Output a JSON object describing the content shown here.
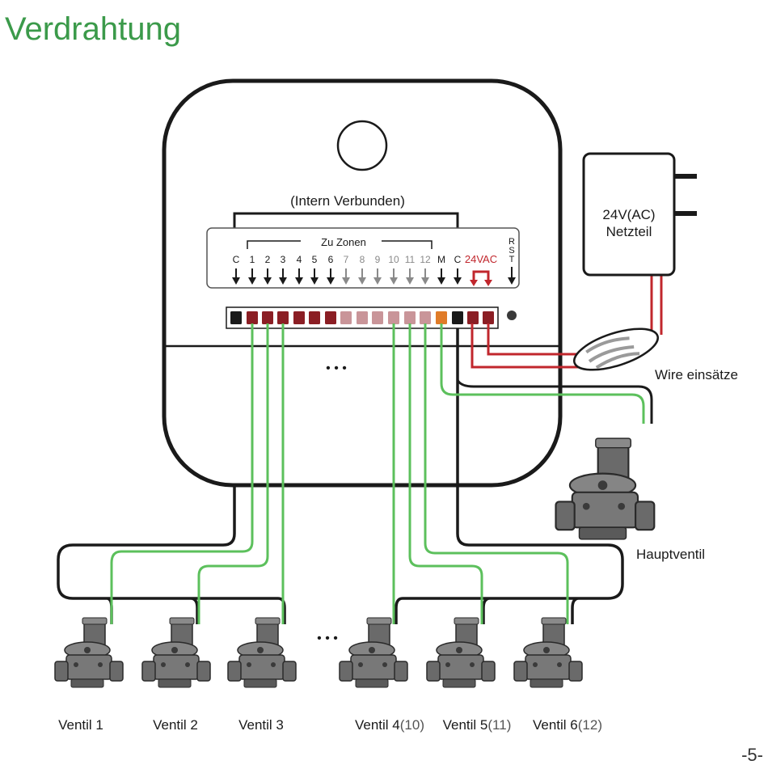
{
  "title": "Verdrahtung",
  "internal_label": "(Intern Verbunden)",
  "zones_label": "Zu Zonen",
  "terminal_labels": [
    "C",
    "1",
    "2",
    "3",
    "4",
    "5",
    "6",
    "7",
    "8",
    "9",
    "10",
    "11",
    "12",
    "M",
    "C",
    "24VAC"
  ],
  "rst_label": [
    "R",
    "S",
    "T"
  ],
  "power_supply": {
    "line1": "24V(AC)",
    "line2": "Netzteil"
  },
  "wire_nuts_label": "Wire einsätze",
  "master_valve_label": "Hauptventil",
  "ellipsis": "• • •",
  "valves": [
    {
      "name": "Ventil 1",
      "num": "",
      "alt": ""
    },
    {
      "name": "Ventil 2",
      "num": "",
      "alt": ""
    },
    {
      "name": "Ventil 3",
      "num": "",
      "alt": ""
    },
    {
      "name": "Ventil ",
      "num": "4",
      "alt": "(10)"
    },
    {
      "name": "Ventil ",
      "num": "5",
      "alt": "(11)"
    },
    {
      "name": "Ventil ",
      "num": "6",
      "alt": "(12)"
    }
  ],
  "page_number": "-5-",
  "colors": {
    "title": "#3b9a4a",
    "wire_green": "#5cc05c",
    "wire_red": "#c1272d",
    "wire_black": "#1a1a1a",
    "terminal_black": "#1a1a1a",
    "terminal_dark_red": "#8b1e24",
    "terminal_pink": "#c99599",
    "terminal_orange": "#e07b28",
    "valve_gray": "#707070"
  }
}
